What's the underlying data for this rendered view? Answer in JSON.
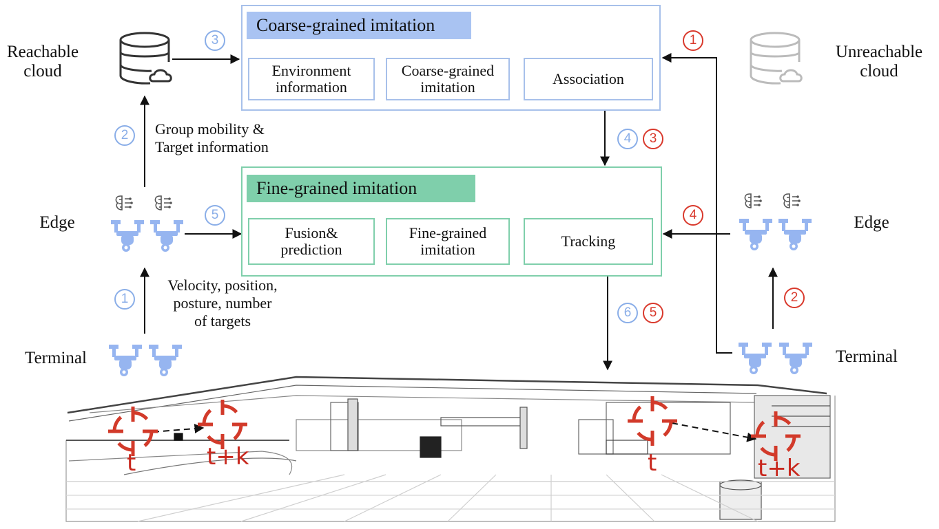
{
  "left": {
    "cloud_label": "Reachable\ncloud",
    "edge_label": "Edge",
    "terminal_label": "Terminal",
    "arrow_2_label": "Group mobility &\nTarget information",
    "arrow_1_label": "Velocity, position,\nposture, number\nof targets"
  },
  "right": {
    "cloud_label": "Unreachable\ncloud",
    "edge_label": "Edge",
    "terminal_label": "Terminal"
  },
  "coarse": {
    "title": "Coarse-grained  imitation",
    "steps": [
      "Environment\ninformation",
      "Coarse-grained\nimitation",
      "Association"
    ]
  },
  "fine": {
    "title": "Fine-grained  imitation",
    "steps": [
      "Fusion&\nprediction",
      "Fine-grained\nimitation",
      "Tracking"
    ]
  },
  "markers": {
    "blue": [
      "3",
      "2",
      "1",
      "5",
      "4",
      "6"
    ],
    "red": [
      "1",
      "3",
      "4",
      "2",
      "5"
    ]
  },
  "scene_labels": [
    "t",
    "t+k",
    "t",
    "t+k"
  ],
  "colors": {
    "blue_accent": "#8aaee8",
    "red_accent": "#d9392c",
    "coarse_title_bg": "#a9c3f2",
    "fine_title_bg": "#7fcfab"
  },
  "icons": [
    "database-cloud-icon",
    "brain-chip-icon",
    "drone-icon",
    "crosshair-target-icon"
  ]
}
